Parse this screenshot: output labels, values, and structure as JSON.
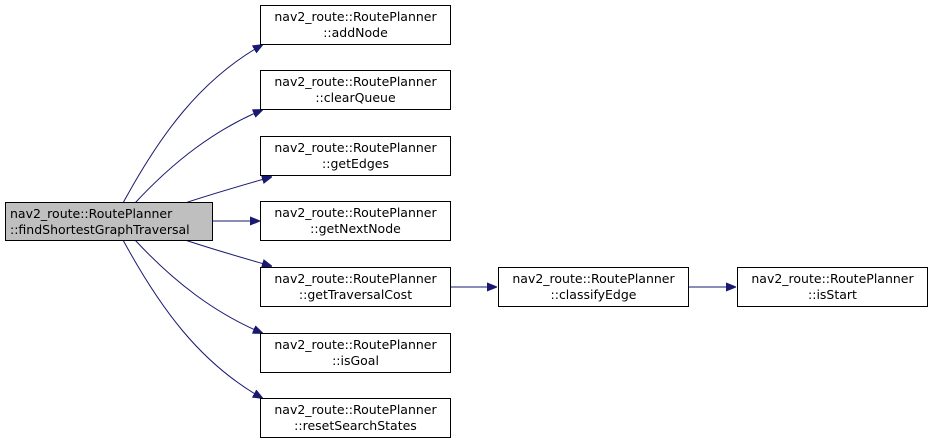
{
  "colors": {
    "edge": "#191970",
    "root_fill": "#bfbfbf",
    "node_fill": "#ffffff",
    "border": "#000000"
  },
  "root": {
    "line1": "nav2_route::RoutePlanner",
    "line2": "::findShortestGraphTraversal"
  },
  "nodes": {
    "addNode": {
      "line1": "nav2_route::RoutePlanner",
      "line2": "::addNode"
    },
    "clearQueue": {
      "line1": "nav2_route::RoutePlanner",
      "line2": "::clearQueue"
    },
    "getEdges": {
      "line1": "nav2_route::RoutePlanner",
      "line2": "::getEdges"
    },
    "getNextNode": {
      "line1": "nav2_route::RoutePlanner",
      "line2": "::getNextNode"
    },
    "getTraversalCost": {
      "line1": "nav2_route::RoutePlanner",
      "line2": "::getTraversalCost"
    },
    "isGoal": {
      "line1": "nav2_route::RoutePlanner",
      "line2": "::isGoal"
    },
    "resetSearchStates": {
      "line1": "nav2_route::RoutePlanner",
      "line2": "::resetSearchStates"
    },
    "classifyEdge": {
      "line1": "nav2_route::RoutePlanner",
      "line2": "::classifyEdge"
    },
    "isStart": {
      "line1": "nav2_route::RoutePlanner",
      "line2": "::isStart"
    }
  }
}
